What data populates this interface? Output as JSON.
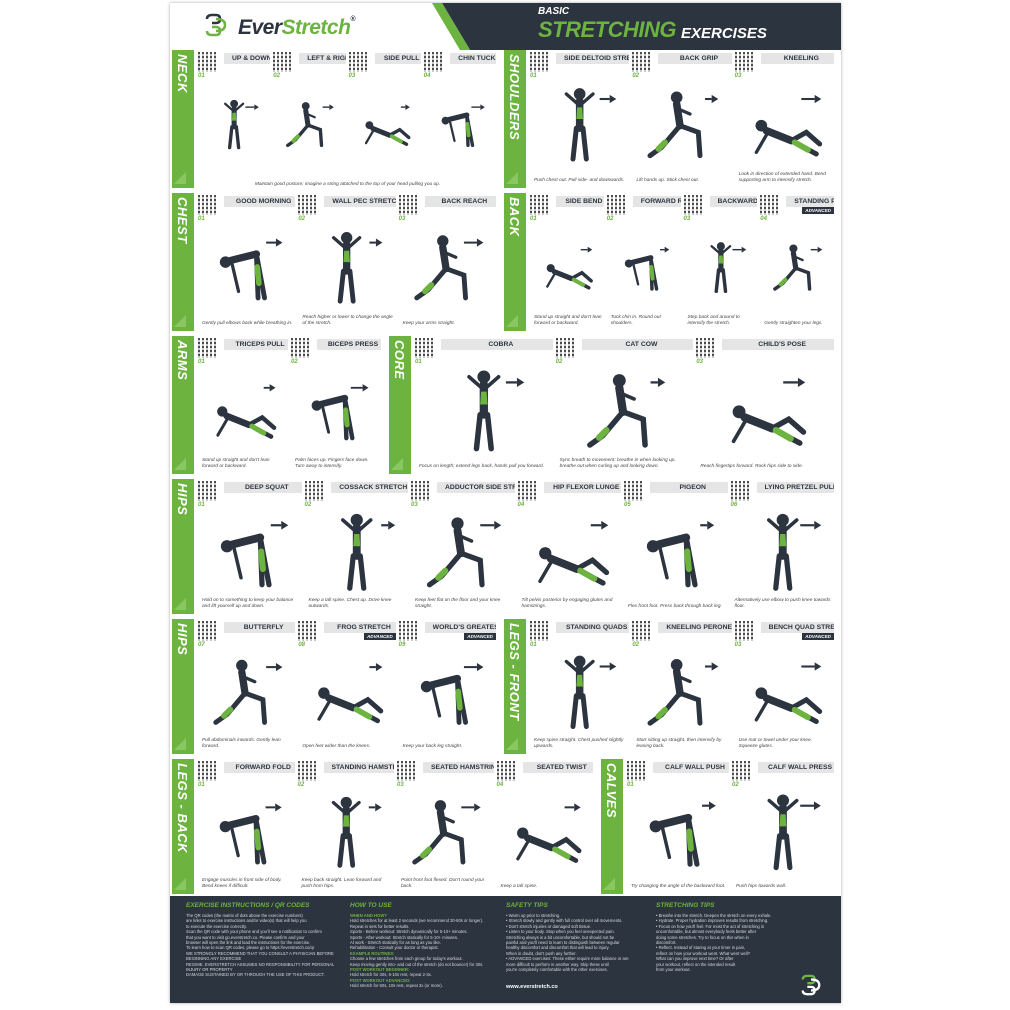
{
  "brand": {
    "prefix": "Ever",
    "suffix": "Stretch",
    "mark": "®"
  },
  "title": {
    "line1": "BASIC",
    "line2": "STRETCHING",
    "line3": "EXERCISES"
  },
  "colors": {
    "accent": "#6cb33f",
    "dark": "#2c3440",
    "bar": "#e5e5e5"
  },
  "sections": {
    "neck": {
      "label": "NECK",
      "note": "Maintain good posture; imagine a string attached to the top of your head pulling you up.",
      "exercises": [
        {
          "name": "UP & DOWN",
          "num": "01",
          "caption": ""
        },
        {
          "name": "LEFT & RIGHT",
          "num": "02",
          "caption": ""
        },
        {
          "name": "SIDE PULL",
          "num": "03",
          "caption": ""
        },
        {
          "name": "CHIN TUCK",
          "num": "04",
          "caption": ""
        }
      ]
    },
    "shoulders": {
      "label": "SHOULDERS",
      "exercises": [
        {
          "name": "SIDE DELTOID STRETCH",
          "num": "01",
          "caption": "Push chest out. Pull side- and downwards."
        },
        {
          "name": "BACK GRIP",
          "num": "02",
          "caption": "Lift hands up. Stick chest out."
        },
        {
          "name": "KNEELING",
          "num": "03",
          "caption": "Look in direction of extended hand. Bend supporting arm to intensify stretch."
        }
      ]
    },
    "chest": {
      "label": "CHEST",
      "exercises": [
        {
          "name": "GOOD MORNING",
          "num": "01",
          "caption": "Gently pull elbows back while breathing in."
        },
        {
          "name": "WALL PEC STRETCH",
          "num": "02",
          "caption": "Reach higher or lower to change the angle of the stretch."
        },
        {
          "name": "BACK REACH",
          "num": "03",
          "caption": "Keep your arms straight."
        }
      ]
    },
    "back": {
      "label": "BACK",
      "exercises": [
        {
          "name": "SIDE BEND",
          "num": "01",
          "caption": "Stand up straight and don't lean forward or backward.",
          "advanced": ""
        },
        {
          "name": "FORWARD REACH",
          "num": "02",
          "caption": "Tuck chin in. Round out shoulders.",
          "advanced": ""
        },
        {
          "name": "BACKWARD PULL",
          "num": "03",
          "caption": "Step back and around to intensify the stretch.",
          "advanced": ""
        },
        {
          "name": "STANDING PULL",
          "num": "04",
          "caption": "Gently straighten your legs.",
          "advanced": "ADVANCED"
        }
      ]
    },
    "arms": {
      "label": "ARMS",
      "exercises": [
        {
          "name": "TRICEPS PULL",
          "num": "01",
          "caption": "Stand up straight and don't lean forward or backward."
        },
        {
          "name": "BICEPS PRESS",
          "num": "02",
          "caption": "Palm faces up. Fingers face down. Turn away to intensify."
        }
      ]
    },
    "core": {
      "label": "CORE",
      "exercises": [
        {
          "name": "COBRA",
          "num": "01",
          "caption": "Focus on length; extend legs back, hands pull you forward."
        },
        {
          "name": "CAT COW",
          "num": "02",
          "caption": "Sync breath to movement: breathe in when looking up, breathe out when curling up and looking down."
        },
        {
          "name": "CHILD'S POSE",
          "num": "03",
          "caption": "Reach fingertips forward. Rock hips side to side."
        }
      ]
    },
    "hips1": {
      "label": "HIPS",
      "exercises": [
        {
          "name": "DEEP SQUAT",
          "num": "01",
          "caption": "Hold on to something to keep your balance and lift yourself up and down."
        },
        {
          "name": "COSSACK STRETCH",
          "num": "02",
          "caption": "Keep a tall spine. Chest up. Drive knee outwards."
        },
        {
          "name": "ADDUCTOR SIDE STRETCH",
          "num": "03",
          "caption": "Keep feet flat on the floor and your knee straight."
        },
        {
          "name": "HIP FLEXOR LUNGE",
          "num": "04",
          "caption": "Tilt pelvis posterior by engaging glutes and hamstrings."
        },
        {
          "name": "PIGEON",
          "num": "05",
          "caption": "Flex front foot. Press back through back leg."
        },
        {
          "name": "LYING PRETZEL PULL",
          "num": "06",
          "caption": "Alternatively use elbow to push knee towards floor."
        }
      ]
    },
    "hips2": {
      "label": "HIPS",
      "exercises": [
        {
          "name": "BUTTERFLY",
          "num": "07",
          "caption": "Pull abdominals inwards. Gently lean forward.",
          "advanced": ""
        },
        {
          "name": "FROG STRETCH",
          "num": "08",
          "caption": "Open feet wider than the knees.",
          "advanced": "ADVANCED"
        },
        {
          "name": "WORLD'S GREATEST STRETCH",
          "num": "09",
          "caption": "Keep your back leg straight.",
          "advanced": "ADVANCED"
        }
      ]
    },
    "legsfront": {
      "label": "LEGS - FRONT",
      "exercises": [
        {
          "name": "STANDING QUADS",
          "num": "01",
          "caption": "Keep spine straight. Chest pushed slightly upwards.",
          "advanced": ""
        },
        {
          "name": "KNEELING PERONEAL",
          "num": "02",
          "caption": "Start sitting up straight, then intensify by leaning back.",
          "advanced": ""
        },
        {
          "name": "BENCH QUAD STRETCH",
          "num": "03",
          "caption": "Use mat or towel under your knee. Squeeze glutes.",
          "advanced": "ADVANCED"
        }
      ]
    },
    "legsback": {
      "label": "LEGS - BACK",
      "exercises": [
        {
          "name": "FORWARD FOLD",
          "num": "01",
          "caption": "Engage muscles in front side of body. Bend knees if difficult."
        },
        {
          "name": "STANDING HAMSTRING",
          "num": "02",
          "caption": "Keep back straight. Lean forward and push from hips."
        },
        {
          "name": "SEATED HAMSTRING",
          "num": "03",
          "caption": "Point front foot flexed. Don't round your back."
        },
        {
          "name": "SEATED TWIST",
          "num": "04",
          "caption": "Keep a tall spine."
        }
      ]
    },
    "calves": {
      "label": "CALVES",
      "exercises": [
        {
          "name": "CALF WALL PUSH",
          "num": "01",
          "caption": "Try changing the angle of the backward foot."
        },
        {
          "name": "CALF WALL PRESS",
          "num": "02",
          "caption": "Push hips towards wall."
        }
      ]
    }
  },
  "footer": {
    "col1": {
      "title": "EXERCISE INSTRUCTIONS / QR CODES",
      "lines": [
        "The QR codes (the matrix of dots above the exercise numbers)",
        "are links to exercise instructions and/or video(s) that will help you",
        "to execute the exercise correctly.",
        "Scan the QR code with your phone and you'll see a notification to confirm",
        "that you want to visit go.everstretch.co. Please confirm and your",
        "browser will open the link and load the instructions for the exercise.",
        "To learn how to scan QR codes, please go to https://everstretch.co/qr",
        "WE STRONGLY RECOMMEND THAT YOU CONSULT A PHYSICIAN BEFORE BEGINNING ANY EXERCISE",
        "REGIME. EVERSTRETCH ASSUMES NO RESPONSIBILITY FOR PERSONAL INJURY OR PROPERTY",
        "DAMAGE SUSTAINED BY OR THROUGH THE USE OF THIS PRODUCT."
      ]
    },
    "col2": {
      "title": "HOW TO USE",
      "lines": [
        "WHEN AND HOW?",
        "Hold stretches for at least 2 seconds (we recommend 30-60s or longer).",
        "Repeat in sets for better results.",
        "Sports - Before workout: Stretch dynamically for 5-10+ minutes.",
        "Sports - After workout: Stretch statically for 5-10+ minutes.",
        "At work - Stretch statically for as long as you like.",
        "Rehabilitation - Consult your doctor or therapist.",
        "EXAMPLE ROUTINES:",
        "Choose a few stretches from each group for today's workout.",
        "Keep moving gently into- and out of the stretch (do not bounce!) for 30s.",
        "POST WORKOUT BEGINNER:",
        "Hold stretch for 30s, 5-10s rest, repeat 2-3x.",
        "POST WORKOUT ADVANCED:",
        "Hold stretch for 60s, 10s rest, repeat 3x (or more)."
      ]
    },
    "col3": {
      "title": "SAFETY TIPS",
      "lines": [
        "• Warm up prior to stretching.",
        "• Stretch slowly and gently with full control over all movements.",
        "• Don't stretch injuries or damaged soft tissue.",
        "• Listen to your body. Stop when you feel unexpected pain.",
        "Stretching always is a bit uncomfortable, but should not be",
        "painful and you'll need to learn to distinguish between regular",
        "healthy discomfort and discomfort that will lead to injury.",
        "When in doubt, don't push any further.",
        "• ADVANCED exercises: These either require more balance or are",
        "more difficult to perform in another way. Skip these until",
        "you're completely comfortable with the other exercises."
      ]
    },
    "col4": {
      "title": "STRETCHING TIPS",
      "lines": [
        "• Breathe into the stretch. Deepen the stretch on every exhale.",
        "• Hydrate. Proper hydration improves results from stretching.",
        "• Focus on how you'll feel. For most the act of stretching is",
        "uncomfortable, but almost everybody feels better after",
        "doing some stretches. Try to focus on this when in",
        "discomfort.",
        "• Reflect. Instead of staring at your timer in pain,",
        "reflect on how your workout went. What went well?",
        "What can you improve next time? Or after",
        "your workout, reflect on the intended result",
        "from your workout."
      ]
    },
    "url": "www.everstretch.co"
  }
}
